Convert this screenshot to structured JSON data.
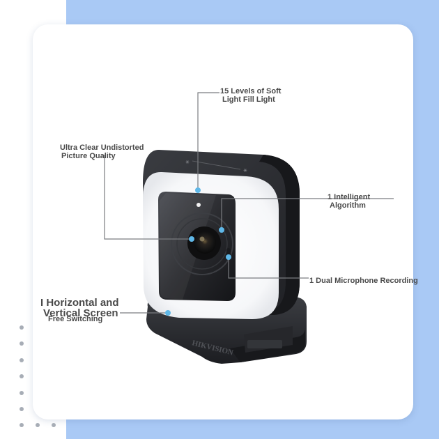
{
  "brand": "HIKVISION",
  "callouts": {
    "soft_light": {
      "line1": "15 Levels of Soft",
      "line2": "Light Fill Light"
    },
    "picture_quality": {
      "line1": "Ultra Clear Undistorted",
      "line2": "Picture Quality"
    },
    "algorithm": {
      "line1": "1 Intelligent",
      "line2": "Algorithm"
    },
    "microphone": {
      "line1": "1 Dual Microphone Recording"
    },
    "screen_switch": {
      "line1": "I Horizontal and",
      "line2": "Vertical Screen",
      "line3": "Free Switching"
    }
  },
  "colors": {
    "background_blue": "#a9c9f5",
    "marker_blue": "#5fb8e8",
    "camera_body": "#2b2d31"
  }
}
